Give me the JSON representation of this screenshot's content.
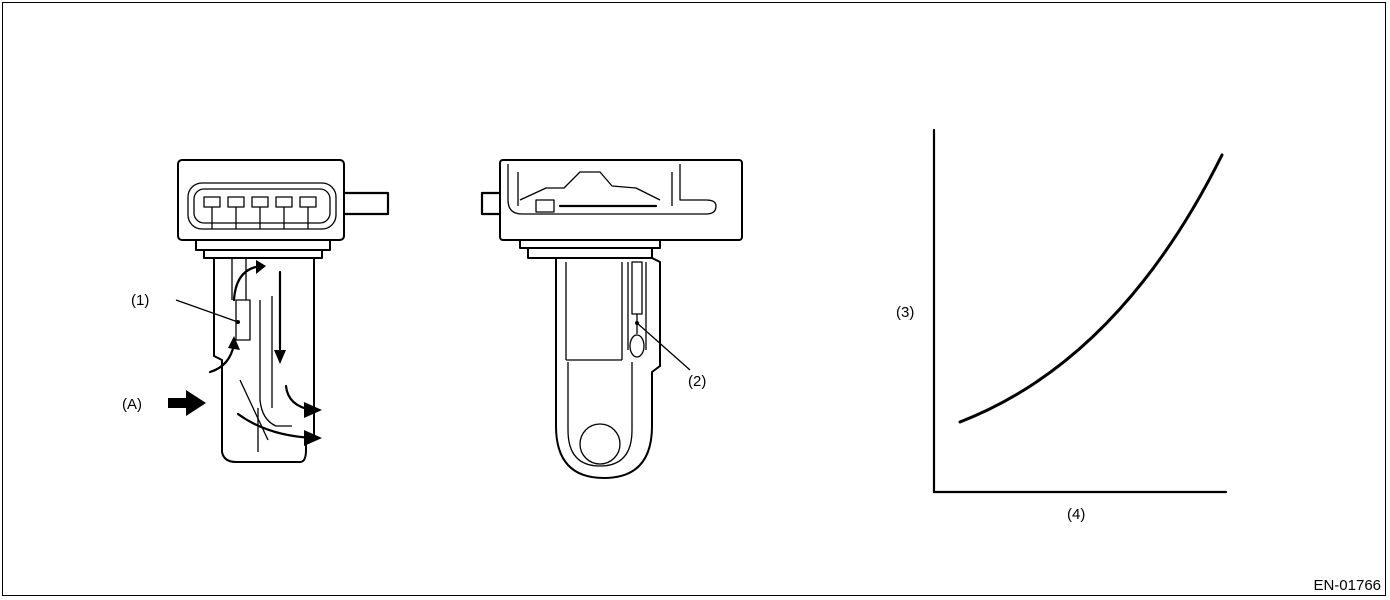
{
  "figure": {
    "id_code": "EN-01766"
  },
  "left_part": {
    "callout_1": "(1)",
    "callout_A": "(A)"
  },
  "middle_part": {
    "callout_2": "(2)"
  },
  "graph": {
    "y_axis_label": "(3)",
    "x_axis_label": "(4)"
  }
}
